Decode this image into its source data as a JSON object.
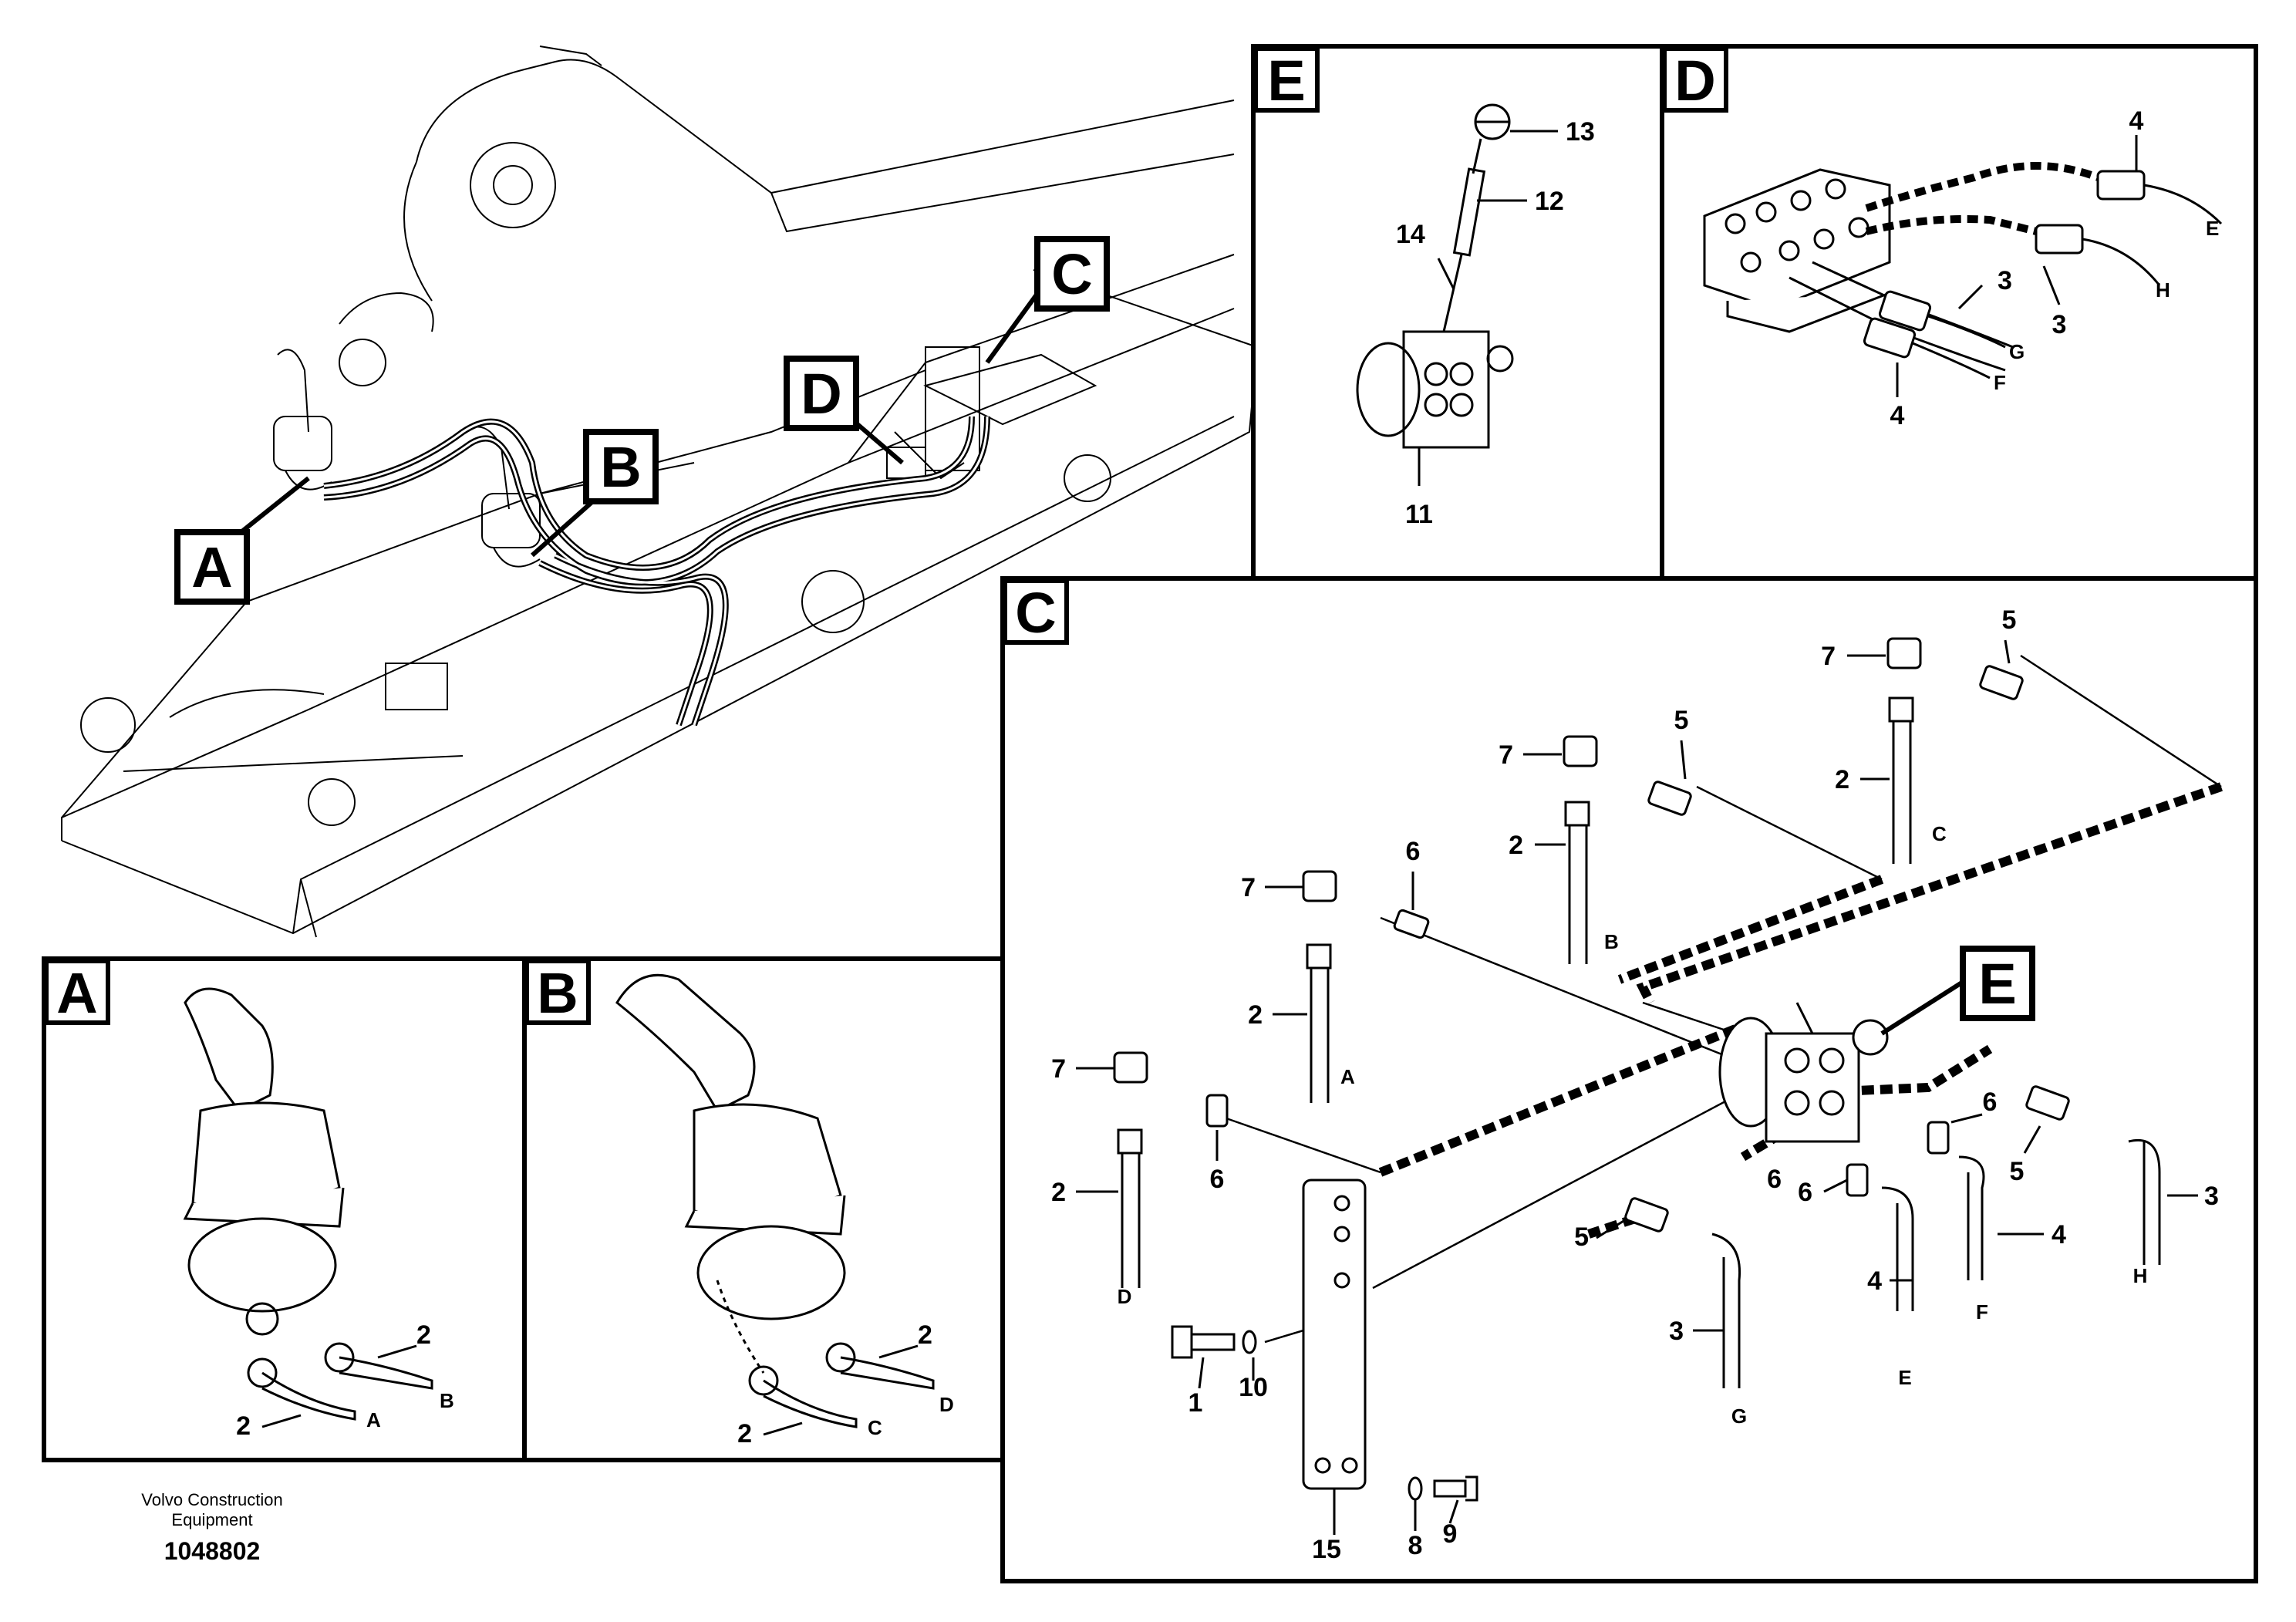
{
  "overview": {
    "callouts": [
      "A",
      "B",
      "C",
      "D"
    ]
  },
  "panel_e": {
    "title": "E",
    "labels": [
      "13",
      "12",
      "14",
      "11"
    ]
  },
  "panel_d": {
    "title": "D",
    "labels": [
      "4",
      "E",
      "3",
      "H",
      "3",
      "G",
      "F",
      "4"
    ]
  },
  "panel_c": {
    "title": "C",
    "callout_e": "E",
    "labels": [
      "7",
      "5",
      "2",
      "C",
      "7",
      "5",
      "2",
      "B",
      "7",
      "6",
      "2",
      "A",
      "7",
      "6",
      "2",
      "D",
      "6",
      "5",
      "3",
      "H",
      "6",
      "4",
      "F",
      "5",
      "6",
      "3",
      "G",
      "4",
      "E",
      "1",
      "10",
      "15",
      "8",
      "9"
    ]
  },
  "panel_a": {
    "title": "A",
    "labels": [
      "2",
      "B",
      "2",
      "A"
    ]
  },
  "panel_b": {
    "title": "B",
    "labels": [
      "2",
      "D",
      "2",
      "C"
    ]
  },
  "footer": {
    "line1": "Volvo Construction",
    "line2": "Equipment",
    "number": "1048802"
  }
}
